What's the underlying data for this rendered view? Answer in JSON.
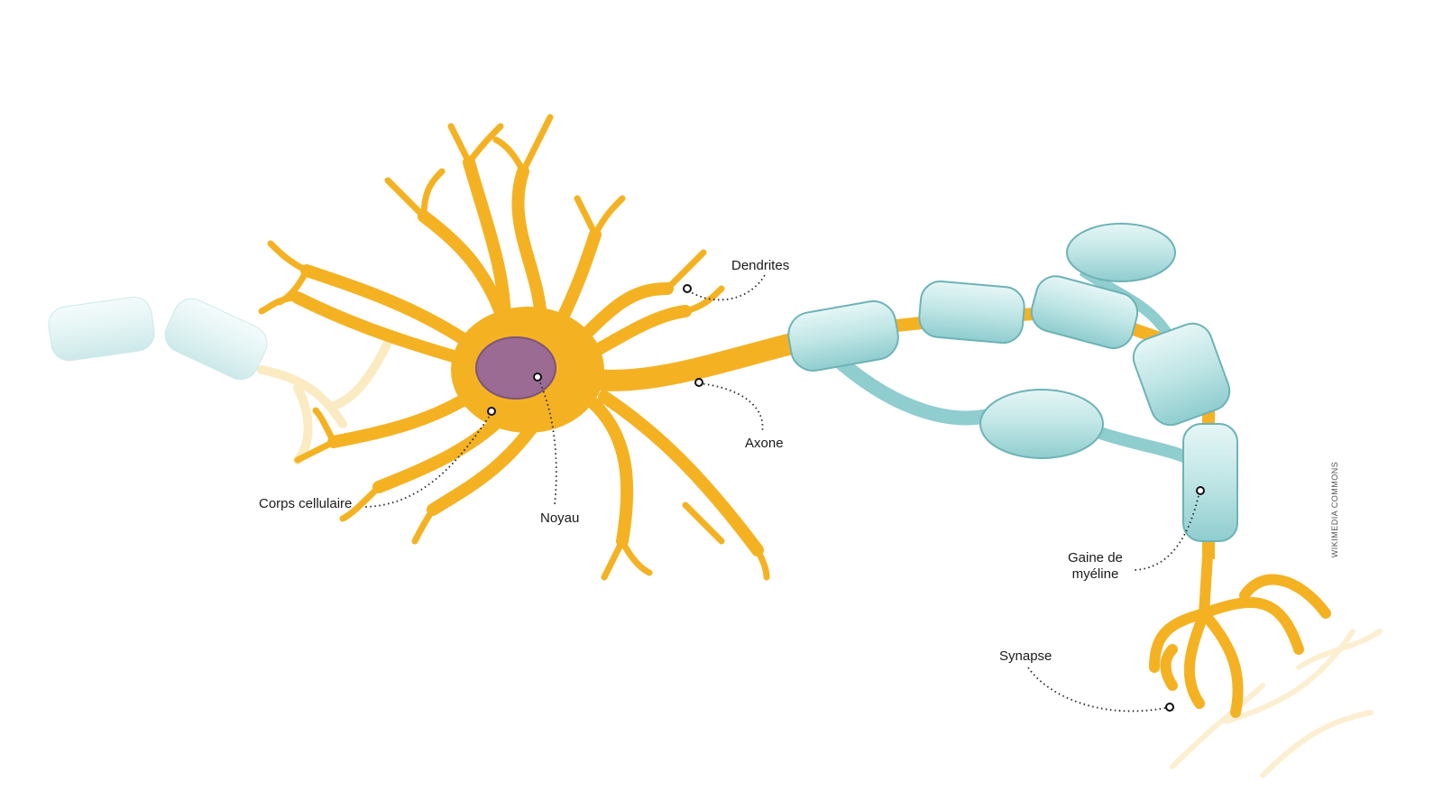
{
  "labels": {
    "dendrites": "Dendrites",
    "axone": "Axone",
    "corps_cellulaire": "Corps cellulaire",
    "noyau": "Noyau",
    "gaine_line1": "Gaine de",
    "gaine_line2": "myéline",
    "synapse": "Synapse"
  },
  "credit": "WIKIMEDIA COMMONS",
  "colors": {
    "neuron": "#f4b223",
    "nucleus": "#9c6b94",
    "myelin": "#c4e8e8",
    "myelin_edge": "#6db3b6"
  }
}
